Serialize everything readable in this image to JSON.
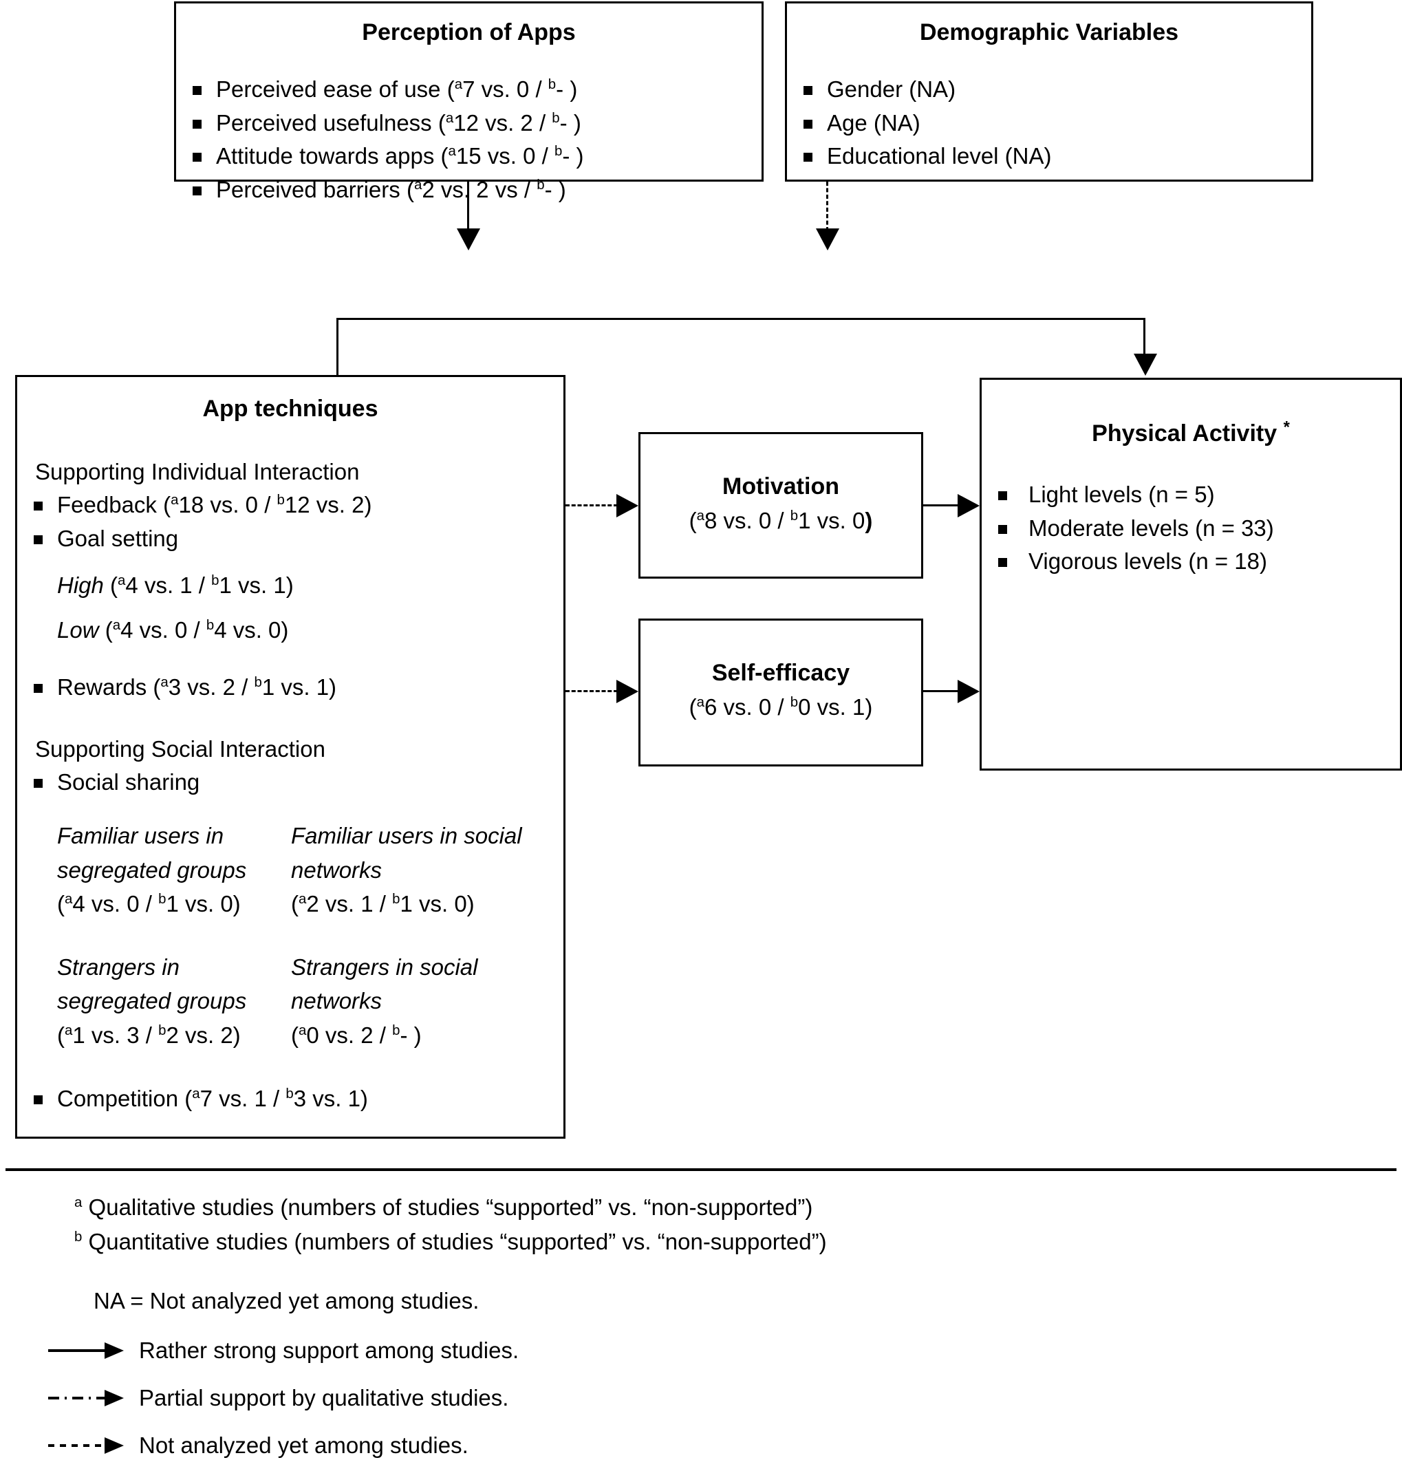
{
  "boxes": {
    "perception": {
      "title": "Perception of Apps",
      "items": [
        {
          "label": "Perceived ease of use (",
          "a": "a",
          "mid": "7  vs. 0 / ",
          "b": "b",
          "tail": "- )"
        },
        {
          "label": "Perceived usefulness (",
          "a": "a",
          "mid": "12 vs. 2 / ",
          "b": "b",
          "tail": "- )"
        },
        {
          "label": "Attitude towards apps (",
          "a": "a",
          "mid": "15 vs. 0 / ",
          "b": "b",
          "tail": "- )"
        },
        {
          "label": "Perceived barriers (",
          "a": "a",
          "mid": "2 vs. 2 vs / ",
          "b": "b",
          "tail": "- )"
        }
      ]
    },
    "demographic": {
      "title": "Demographic Variables",
      "items": [
        {
          "label": "Gender (NA)"
        },
        {
          "label": "Age (NA)"
        },
        {
          "label": "Educational level (NA)"
        }
      ]
    },
    "apptech": {
      "title": "App techniques",
      "individual_heading": "Supporting Individual Interaction",
      "feedback": {
        "label": "Feedback (",
        "a": "a",
        "mid": "18 vs. 0 / ",
        "b": "b",
        "tail": "12 vs. 2)"
      },
      "goal_setting": "Goal setting",
      "goal_high": {
        "label": "High",
        "open": " (",
        "a": "a",
        "mid": "4 vs. 1 / ",
        "b": "b",
        "tail": "1 vs. 1)"
      },
      "goal_low": {
        "label": "Low",
        "open": " (",
        "a": "a",
        "mid": "4 vs. 0 / ",
        "b": "b",
        "tail": "4 vs. 0)"
      },
      "rewards": {
        "label": "Rewards (",
        "a": "a",
        "mid": "3 vs. 2 / ",
        "b": "b",
        "tail": "1 vs. 1)"
      },
      "social_heading": "Supporting Social Interaction",
      "social_sharing": "Social sharing",
      "grid": [
        {
          "title": "Familiar users in segregated groups",
          "open": "(",
          "a": "a",
          "mid": "4 vs. 0 / ",
          "b": "b",
          "tail": "1 vs. 0)"
        },
        {
          "title": "Familiar users in social networks",
          "open": "(",
          "a": "a",
          "mid": "2 vs. 1 / ",
          "b": "b",
          "tail": "1 vs. 0)"
        },
        {
          "title": "Strangers in segregated groups",
          "open": "(",
          "a": "a",
          "mid": "1 vs. 3 / ",
          "b": "b",
          "tail": "2 vs. 2)"
        },
        {
          "title": "Strangers in social networks",
          "open": "(",
          "a": "a",
          "mid": "0 vs. 2 / ",
          "b": "b",
          "tail": "- )"
        }
      ],
      "competition": {
        "label": "Competition (",
        "a": "a",
        "mid": "7 vs. 1 / ",
        "b": "b",
        "tail": "3 vs. 1)"
      }
    },
    "motivation": {
      "title": "Motivation",
      "open": "(",
      "a": "a",
      "mid": "8 vs. 0 / ",
      "b": "b",
      "tail": "1 vs. 0",
      "close": ")"
    },
    "selfefficacy": {
      "title": "Self-efficacy",
      "open": "(",
      "a": "a",
      "mid": "6 vs. 0 /  ",
      "b": "b",
      "tail": "0 vs. 1)"
    },
    "physical": {
      "title": "Physical Activity",
      "title_marker": "*",
      "items": [
        {
          "label": "Light levels (n = 5)"
        },
        {
          "label": "Moderate levels (n = 33)"
        },
        {
          "label": "Vigorous levels (n = 18)"
        }
      ]
    }
  },
  "footer": {
    "note_a_sup": "a",
    "note_a": " Qualitative studies (numbers of studies “supported” vs. “non-supported”)",
    "note_b_sup": "b",
    "note_b": " Quantitative studies (numbers of  studies “supported” vs. “non-supported”)",
    "note_na": "NA = Not analyzed yet among studies.",
    "legend": [
      {
        "style": "solid",
        "text": "Rather strong support among studies."
      },
      {
        "style": "dash-dot",
        "text": "Partial support by qualitative studies."
      },
      {
        "style": "dashed",
        "text": "Not analyzed yet among studies."
      }
    ]
  },
  "colors": {
    "stroke": "#000000",
    "background": "#ffffff"
  }
}
